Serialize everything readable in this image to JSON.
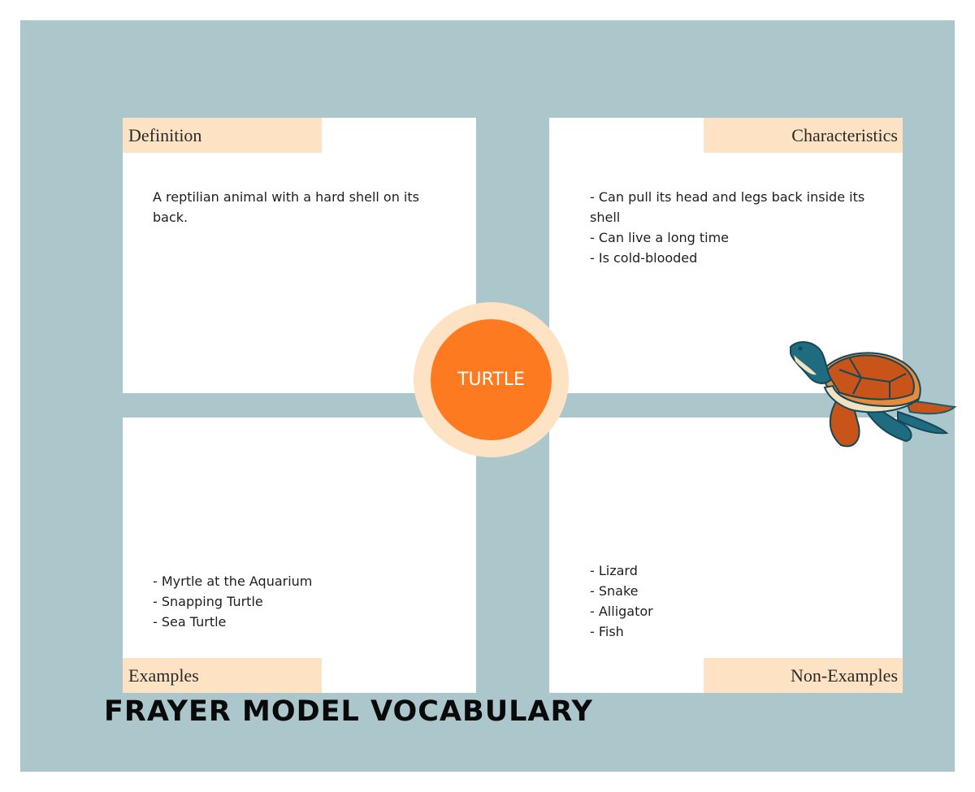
{
  "quadrants": {
    "definition": {
      "label": "Definition",
      "text": "A reptilian animal with a hard shell on its back."
    },
    "characteristics": {
      "label": "Characteristics",
      "items": [
        "- Can pull its head and legs back inside its shell",
        "- Can live a long time",
        "- Is cold-blooded"
      ]
    },
    "examples": {
      "label": "Examples",
      "items": [
        "- Myrtle at the Aquarium",
        "- Snapping Turtle",
        "- Sea Turtle"
      ]
    },
    "non_examples": {
      "label": "Non-Examples",
      "items": [
        "- Lizard",
        "- Snake",
        "- Alligator",
        "- Fish"
      ]
    }
  },
  "center_word": "TURTLE",
  "title": "FRAYER MODEL VOCABULARY",
  "colors": {
    "background": "#abc7cc",
    "label_fill": "#fde3c3",
    "center_fill": "#fd7a20",
    "center_ring": "#fde3c3"
  },
  "icons": {
    "illustration": "sea-turtle-icon"
  }
}
